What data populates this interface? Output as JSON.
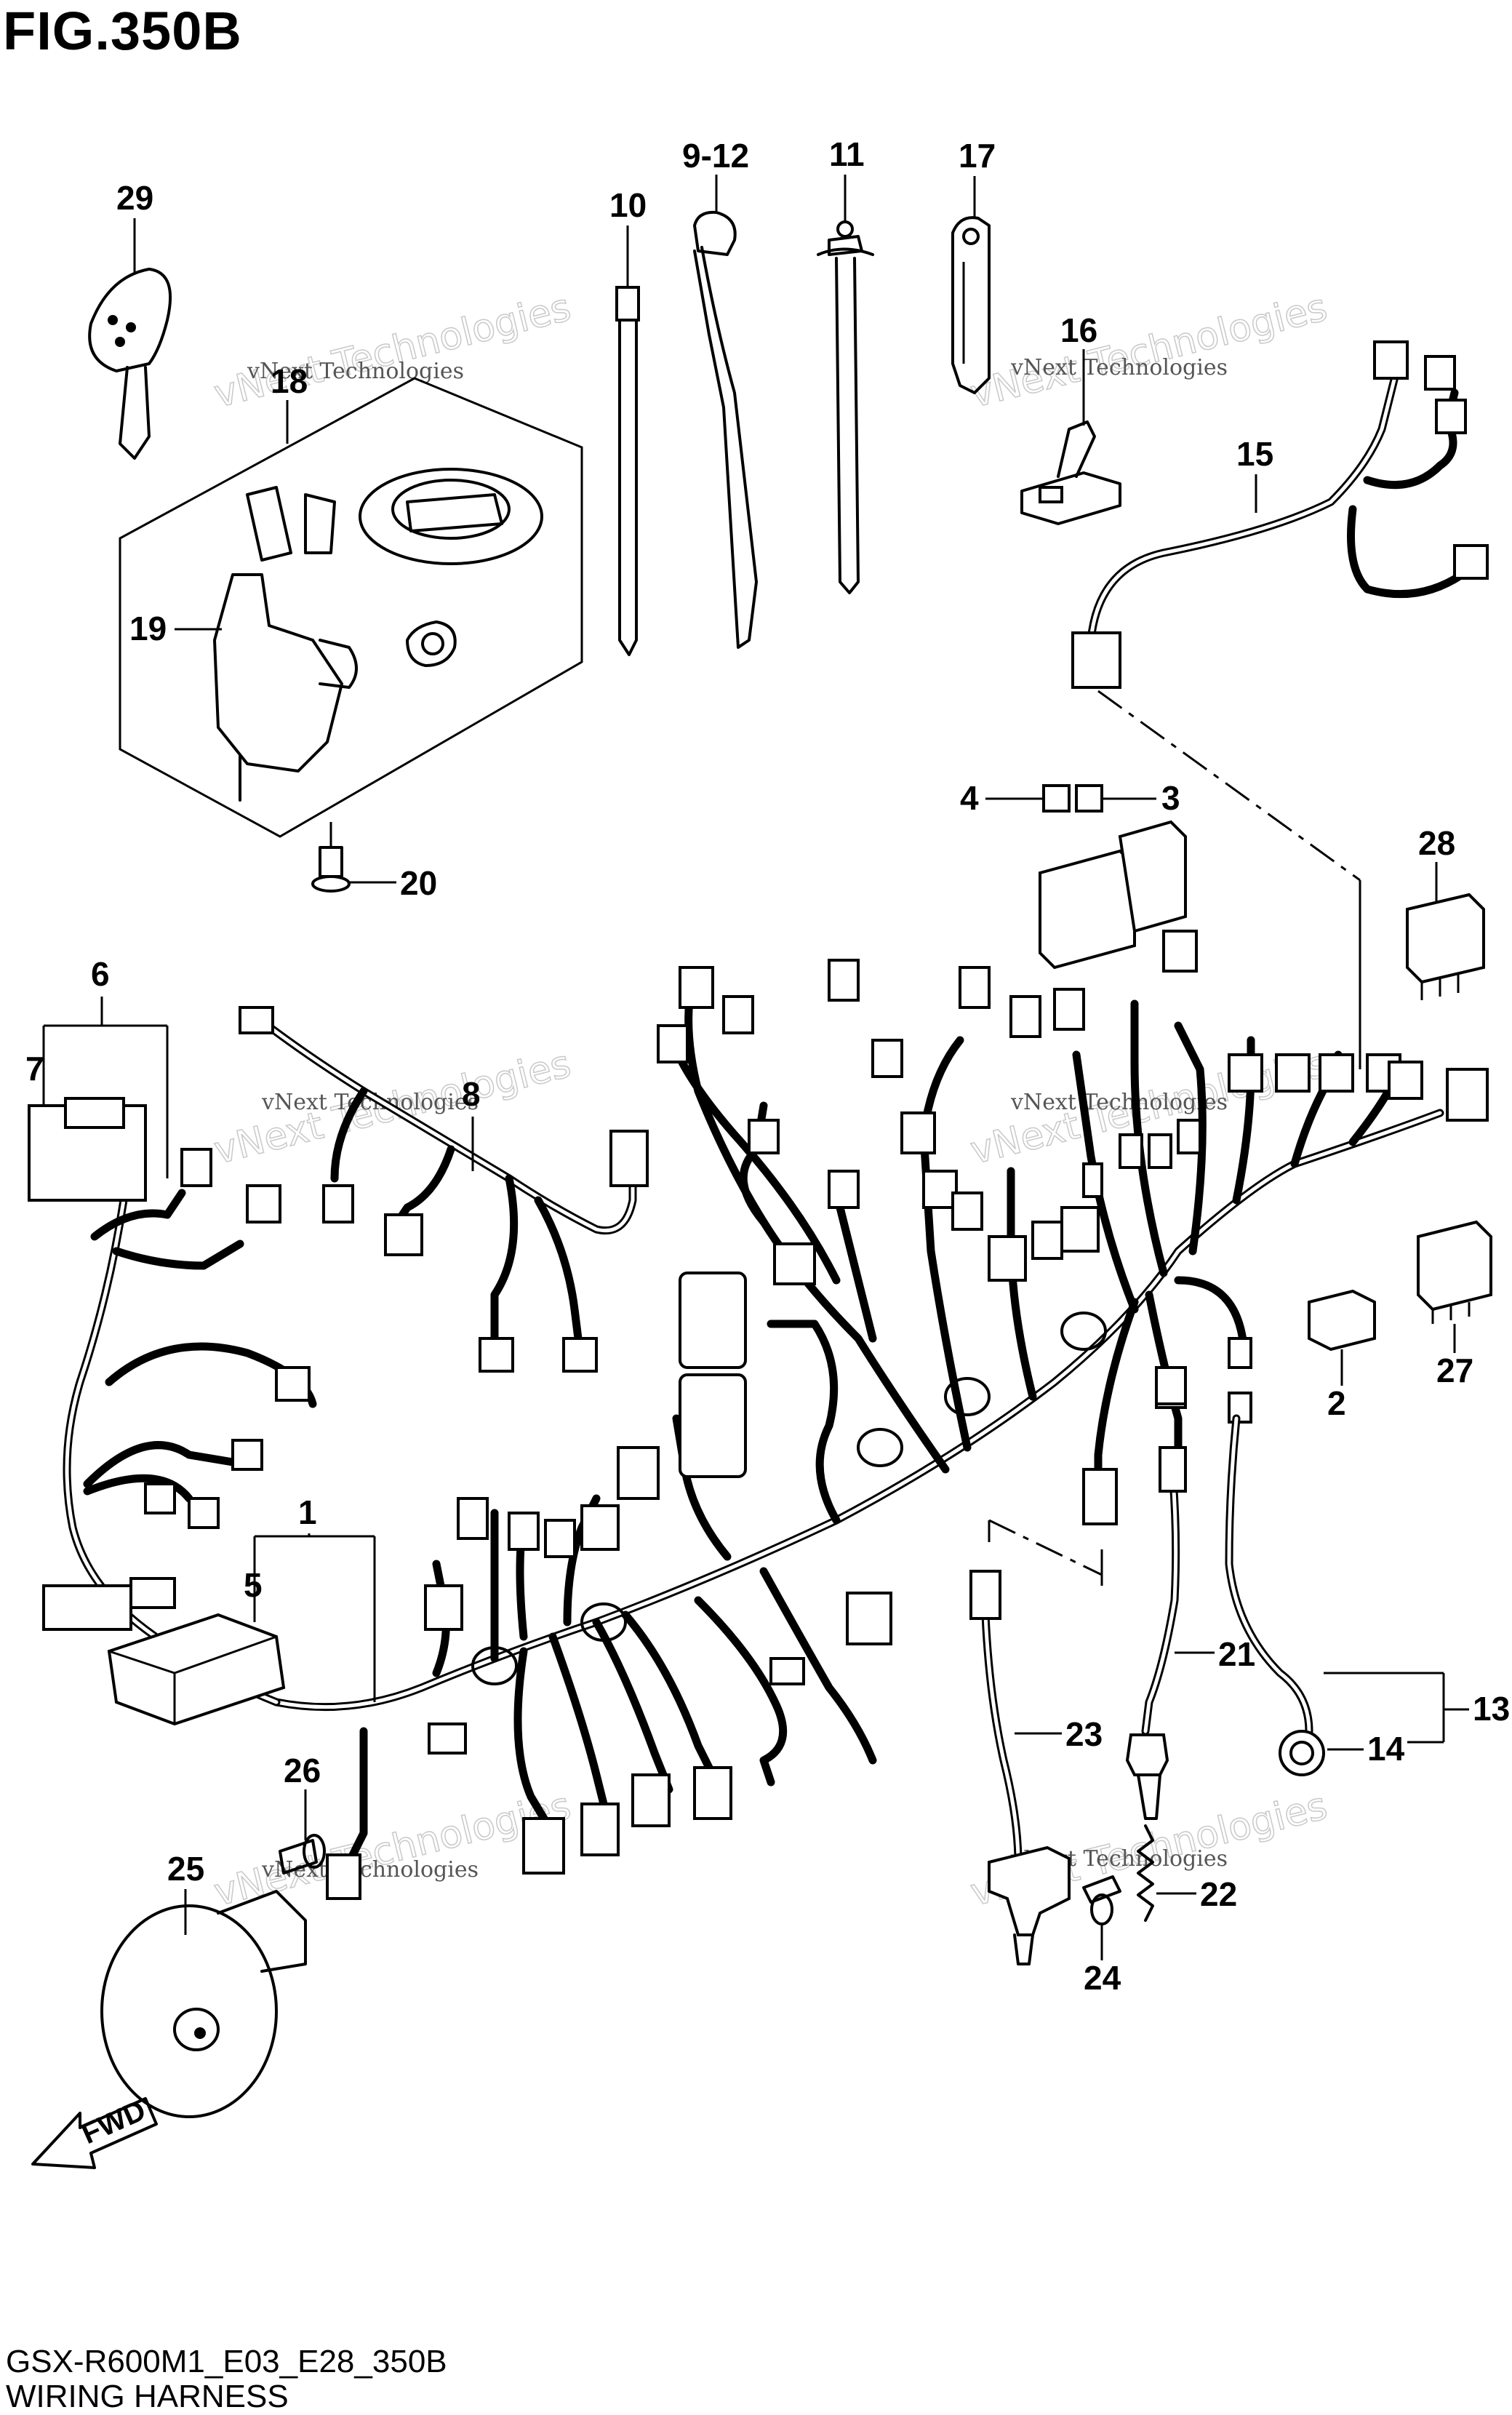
{
  "title": "FIG.350B",
  "footer": {
    "model_code": "GSX-R600M1_E03_E28_350B",
    "diagram_name": "WIRING HARNESS"
  },
  "watermark": {
    "small": "vNext Technologies",
    "large": "vNext Technologies"
  },
  "fwd_label": "FWD",
  "callouts": {
    "c1": "1",
    "c2": "2",
    "c3": "3",
    "c4": "4",
    "c5": "5",
    "c6": "6",
    "c7": "7",
    "c8": "8",
    "c9_12": "9-12",
    "c10": "10",
    "c11": "11",
    "c13": "13",
    "c14": "14",
    "c15": "15",
    "c16": "16",
    "c17": "17",
    "c18": "18",
    "c19": "19",
    "c20": "20",
    "c21": "21",
    "c22": "22",
    "c23": "23",
    "c24": "24",
    "c25": "25",
    "c26": "26",
    "c27": "27",
    "c28": "28",
    "c29": "29"
  }
}
